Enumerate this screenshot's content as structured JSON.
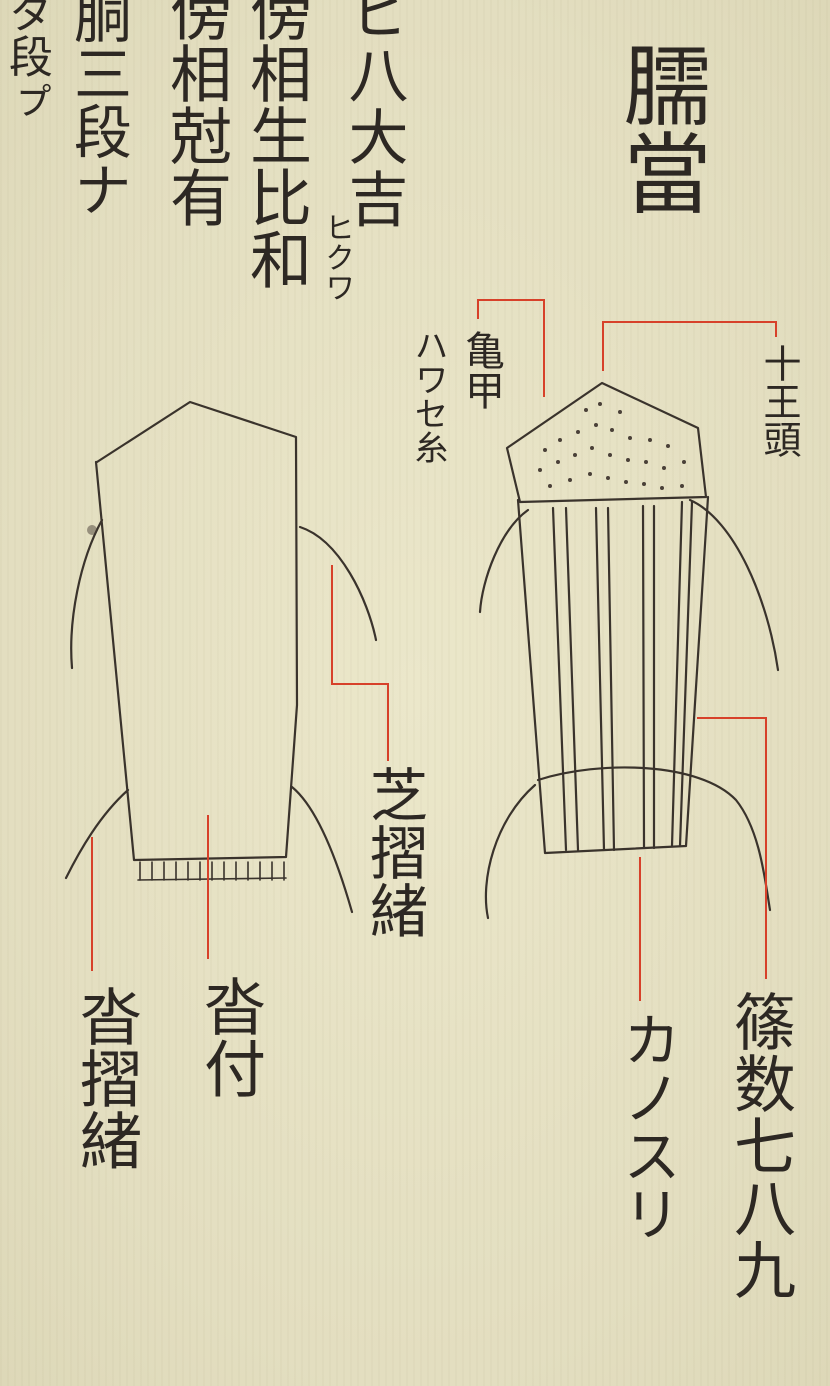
{
  "left_column_text": {
    "line1": "ヒ八大吉",
    "line2": "傍相生比和",
    "line2_gloss": "ヒクワ",
    "line3": "傍相尅有",
    "line4": "胴三段ナ",
    "line5": "タ段ㇷ゚"
  },
  "title": "臑當",
  "right_item": {
    "label_kikko": "亀甲",
    "label_kikko_gloss": "ハワセ糸",
    "label_top": "十王頭",
    "label_shino": "篠数七八九",
    "label_kakusuri": "カノスリ"
  },
  "left_item": {
    "label_shibasuri": "芝摺緒",
    "label_kutsuzuke": "沓付",
    "label_kutsusuri": "沓摺緒"
  },
  "colors": {
    "paper": "#e6e2c4",
    "ink": "#3a332c",
    "red_leader": "#d7412a"
  }
}
